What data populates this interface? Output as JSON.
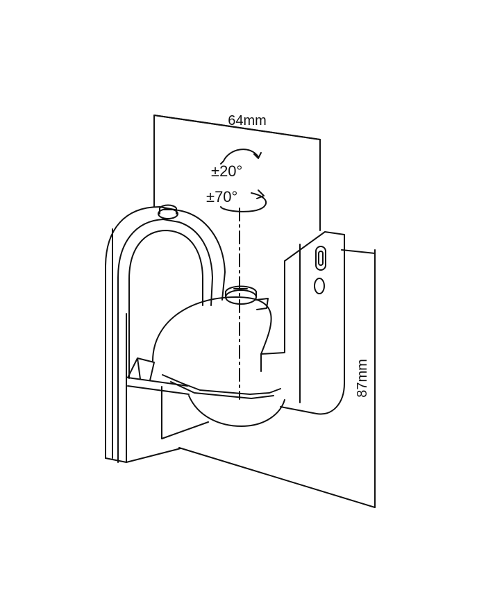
{
  "dimensions": {
    "width_label": "64mm",
    "height_label": "87mm"
  },
  "rotation": {
    "tilt_label": "±20°",
    "swivel_label": "±70°"
  },
  "colors": {
    "line": "#111111",
    "background": "#ffffff"
  }
}
